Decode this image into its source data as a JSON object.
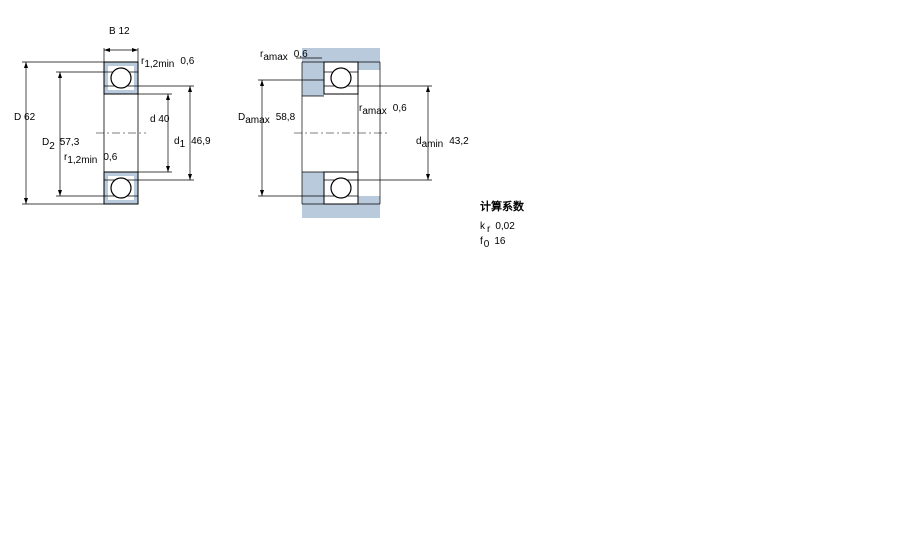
{
  "colors": {
    "background": "#ffffff",
    "bearing_fill": "#b8cadb",
    "housing_fill": "#b8cadb",
    "line": "#000000"
  },
  "left_dimensions": {
    "B": {
      "symbol": "B",
      "value": "12"
    },
    "D": {
      "symbol": "D",
      "value": "62"
    },
    "D2": {
      "symbol": "D",
      "sub": "2",
      "value": "57,3"
    },
    "d": {
      "symbol": "d",
      "value": "40"
    },
    "d1": {
      "symbol": "d",
      "sub": "1",
      "value": "46,9"
    },
    "r12_top": {
      "symbol": "r",
      "sub": "1,2min",
      "value": "0,6"
    },
    "r12_bottom": {
      "symbol": "r",
      "sub": "1,2min",
      "value": "0,6"
    }
  },
  "right_dimensions": {
    "ra_top": {
      "symbol": "r",
      "sub": "amax",
      "value": "0,6"
    },
    "ra_right": {
      "symbol": "r",
      "sub": "amax",
      "value": "0,6"
    },
    "Da": {
      "symbol": "D",
      "sub": "amax",
      "value": "58,8"
    },
    "da": {
      "symbol": "d",
      "sub": "amin",
      "value": "43,2"
    }
  },
  "calc_factors": {
    "heading": "计算系数",
    "kr": {
      "symbol": "k",
      "sub": "r",
      "value": "0,02"
    },
    "f0": {
      "symbol": "f",
      "sub": "0",
      "value": "16"
    }
  }
}
